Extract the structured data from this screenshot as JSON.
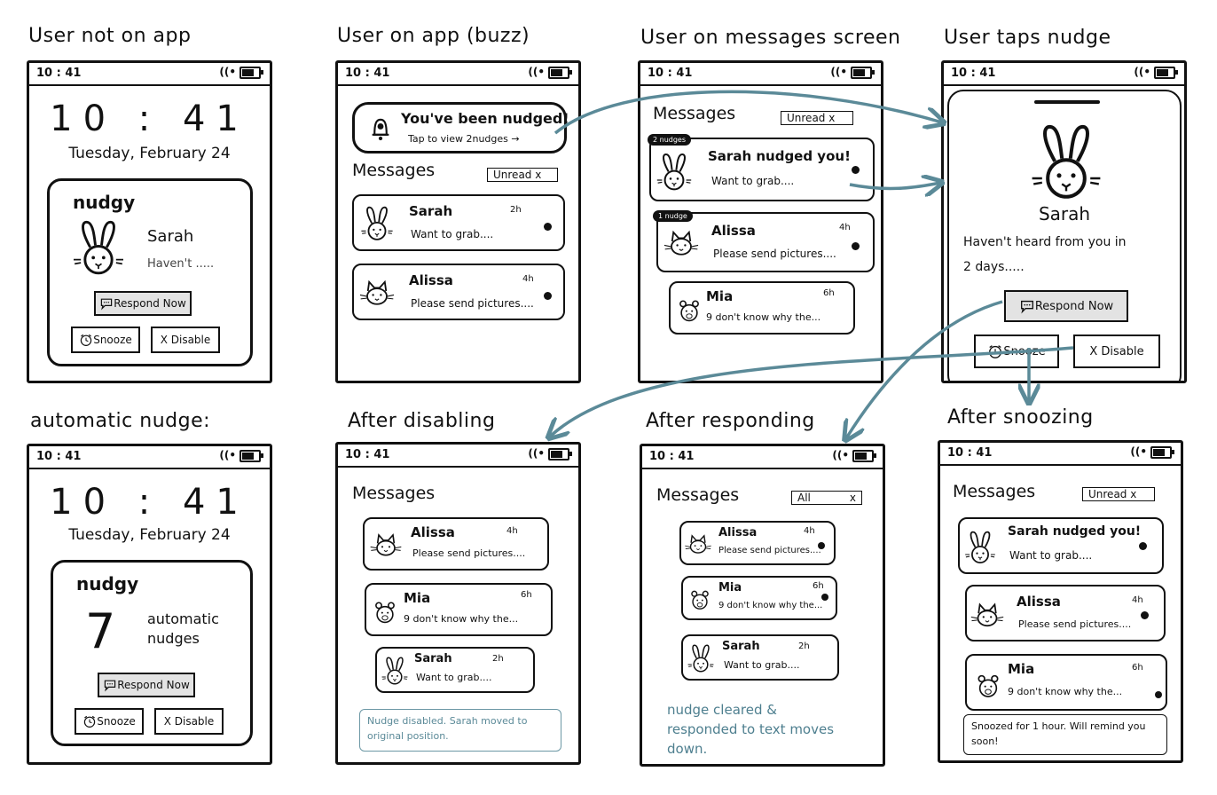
{
  "captions": {
    "s1": "User not on app",
    "s2": "User on app (buzz)",
    "s3": "User on messages screen",
    "s4": "User taps nudge",
    "s5": "automatic nudge:",
    "s6": "After disabling",
    "s7": "After responding",
    "s8": "After snoozing"
  },
  "status_time": "10 : 41",
  "lock": {
    "clock": "10 : 41",
    "date": "Tuesday, February 24",
    "app_name": "nudgy"
  },
  "s1": {
    "name": "Sarah",
    "preview": "Haven't ....."
  },
  "s5": {
    "count": "7",
    "label_line1": "automatic",
    "label_line2": "nudges"
  },
  "buttons": {
    "respond": "Respond Now",
    "snooze": "Snooze",
    "disable": "X Disable"
  },
  "banner": {
    "title": "You've been nudged!",
    "subtitle": "Tap to view 2nudges →"
  },
  "messages_heading": "Messages",
  "filters": {
    "unread": "Unread x",
    "all": "All",
    "all_x": "x"
  },
  "contacts": {
    "sarah": {
      "name": "Sarah",
      "preview": "Want to grab....",
      "time": "2h"
    },
    "sarah_nudged": {
      "name": "Sarah nudged you!",
      "preview": "Want to grab...."
    },
    "alissa": {
      "name": "Alissa",
      "preview": "Please send pictures....",
      "time": "4h"
    },
    "mia": {
      "name": "Mia",
      "preview": "9 don't know why the...",
      "time": "6h"
    }
  },
  "tags": {
    "two": "2 nudges",
    "one": "1 nudge"
  },
  "detail": {
    "name": "Sarah",
    "text_line1": "Haven't heard from you in",
    "text_line2": "2 days....."
  },
  "notes": {
    "disabled": "Nudge disabled. Sarah moved to original position.",
    "responded_line1": "nudge cleared &",
    "responded_line2": "responded to text moves",
    "responded_line3": "down.",
    "snoozed": "Snoozed for 1 hour. Will remind you soon!"
  },
  "colors": {
    "arrow": "#5b8a98",
    "ink": "#111111",
    "button_gray": "#e3e3e3"
  },
  "icons": [
    "bunny-icon",
    "cat-icon",
    "bear-icon",
    "bell-icon",
    "chat-icon",
    "snooze-clock-icon",
    "wifi-icon",
    "battery-icon"
  ]
}
